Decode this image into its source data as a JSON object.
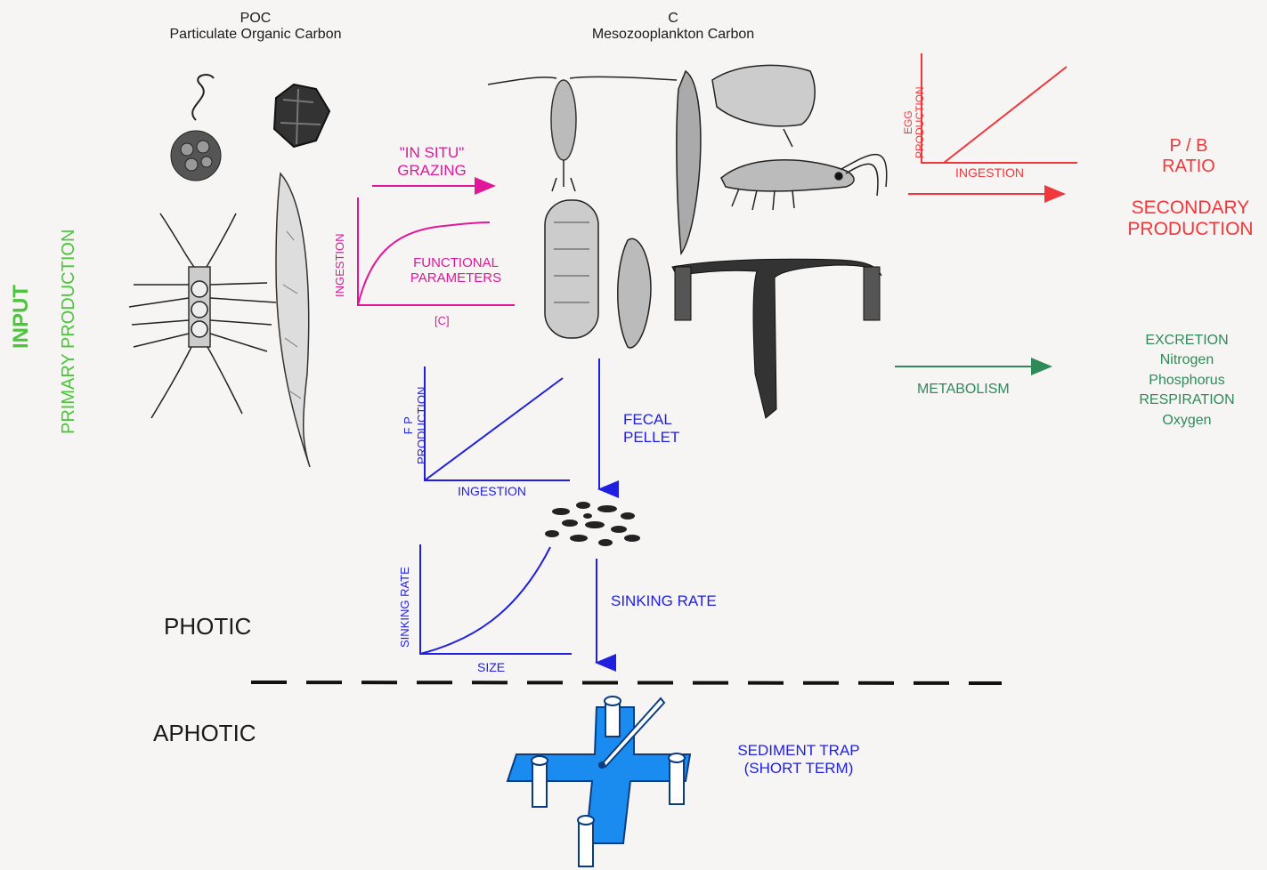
{
  "poc": {
    "title": "POC",
    "subtitle": "Particulate Organic Carbon"
  },
  "meso": {
    "title": "C",
    "subtitle": "Mesozooplankton Carbon"
  },
  "input": {
    "label": "INPUT",
    "sublabel": "PRIMARY PRODUCTION"
  },
  "grazing": {
    "label_line1": "\"IN SITU\"",
    "label_line2": "GRAZING",
    "y_label": "INGESTION",
    "x_label": "[C]",
    "note_line1": "FUNCTIONAL",
    "note_line2": "PARAMETERS"
  },
  "egg_plot": {
    "y_label_line1": "EGG",
    "y_label_line2": "PRODUCTION",
    "x_label": "INGESTION"
  },
  "secondary": {
    "pb_line1": "P / B",
    "pb_line2": "RATIO",
    "prod_line1": "SECONDARY",
    "prod_line2": "PRODUCTION"
  },
  "metabolism": {
    "label": "METABOLISM",
    "outputs": [
      "EXCRETION",
      "Nitrogen",
      "Phosphorus",
      "RESPIRATION",
      "Oxygen"
    ]
  },
  "fp_plot": {
    "y_label_line1": "F P",
    "y_label_line2": "PRODUCTION",
    "x_label": "INGESTION"
  },
  "fecal": {
    "line1": "FECAL",
    "line2": "PELLET"
  },
  "sinking_plot": {
    "y_label": "SINKING RATE",
    "x_label": "SIZE"
  },
  "sinking": {
    "label": "SINKING RATE"
  },
  "zones": {
    "photic": "PHOTIC",
    "aphotic": "APHOTIC"
  },
  "trap": {
    "line1": "SEDIMENT TRAP",
    "line2": "(SHORT TERM)"
  },
  "colors": {
    "grazing": "#e0179a",
    "fecal": "#1f1fe0",
    "secondary": "#f0383c",
    "input": "#4cc43c",
    "metabolism": "#2f8a5a",
    "trap": "#1a8cf0"
  },
  "icons": [
    "diatom-chain-icon",
    "dinoflagellate-icon",
    "copepod-icon",
    "chaetognath-icon",
    "cladoceran-icon",
    "shrimp-icon",
    "salp-icon",
    "pteropod-icon",
    "appendicularian-icon",
    "fecal-pellets-icon",
    "sediment-trap-icon"
  ]
}
